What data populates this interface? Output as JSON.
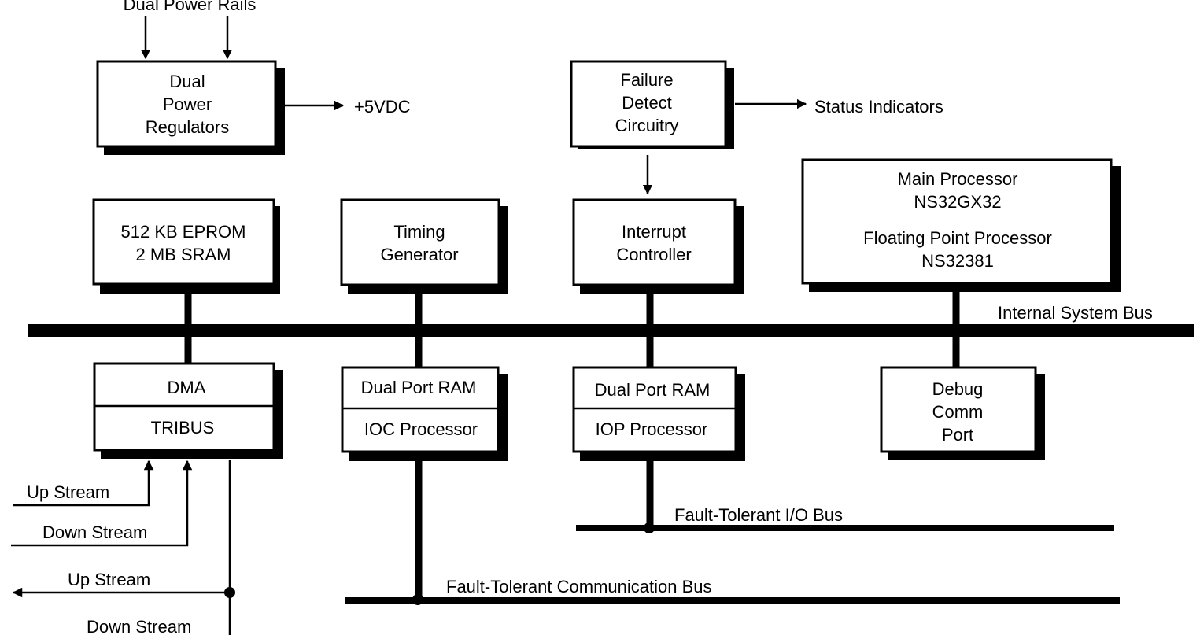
{
  "power": {
    "rails_label": "Dual Power Rails",
    "regulators": [
      "Dual",
      "Power",
      "Regulators"
    ],
    "output_label": "+5VDC"
  },
  "failure": {
    "lines": [
      "Failure",
      "Detect",
      "Circuitry"
    ],
    "output_label": "Status Indicators"
  },
  "memory": [
    "512 KB EPROM",
    "2 MB SRAM"
  ],
  "timing": [
    "Timing",
    "Generator"
  ],
  "interrupt": [
    "Interrupt",
    "Controller"
  ],
  "processor": {
    "main": [
      "Main Processor",
      "NS32GX32"
    ],
    "fpu": [
      "Floating Point Processor",
      "NS32381"
    ]
  },
  "internal_bus_label": "Internal System Bus",
  "dma": {
    "top": "DMA",
    "bottom": "TRIBUS"
  },
  "ioc": {
    "top": "Dual Port RAM",
    "bottom": "IOC Processor"
  },
  "iop": {
    "top": "Dual Port  RAM",
    "bottom": "IOP Processor"
  },
  "debug": [
    "Debug",
    "Comm",
    "Port"
  ],
  "streams": {
    "in_up": "Up Stream",
    "in_down": "Down Stream",
    "out_up": "Up Stream",
    "out_down": "Down Stream"
  },
  "io_bus_label": "Fault-Tolerant I/O Bus",
  "comm_bus_label": "Fault-Tolerant Communication Bus"
}
